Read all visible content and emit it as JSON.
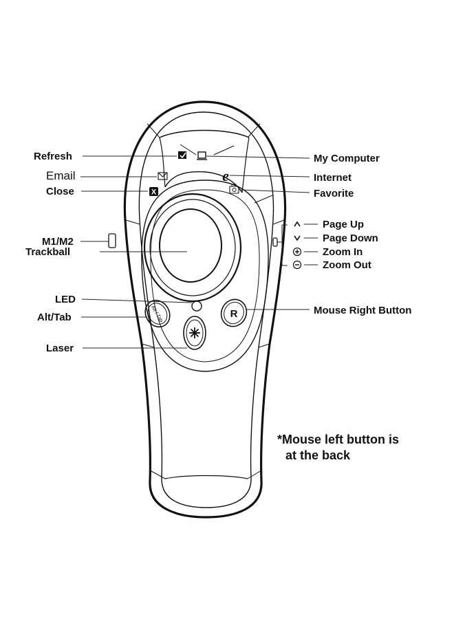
{
  "labels": {
    "refresh": "Refresh",
    "email": "Email",
    "close": "Close",
    "m1m2": "M1/M2",
    "trackball": "Trackball",
    "led": "LED",
    "alt_tab": "Alt/Tab",
    "laser": "Laser",
    "my_computer": "My Computer",
    "internet": "Internet",
    "favorite": "Favorite",
    "page_up": "Page Up",
    "page_down": "Page Down",
    "zoom_in": "Zoom In",
    "zoom_out": "Zoom Out",
    "mouse_right_button": "Mouse Right Button"
  },
  "buttons": {
    "alt_tab_text": "Alt / Tab",
    "right_button_text": "R",
    "close_glyph": "X",
    "internet_glyph": "e"
  },
  "note": {
    "line1": "*Mouse left button is",
    "line2": "at the back"
  },
  "icons": [
    "refresh-icon",
    "my-computer-icon",
    "email-icon",
    "internet-icon",
    "close-icon",
    "favorite-icon",
    "page-up-icon",
    "page-down-icon",
    "zoom-in-icon",
    "zoom-out-icon",
    "laser-icon",
    "led-indicator"
  ]
}
